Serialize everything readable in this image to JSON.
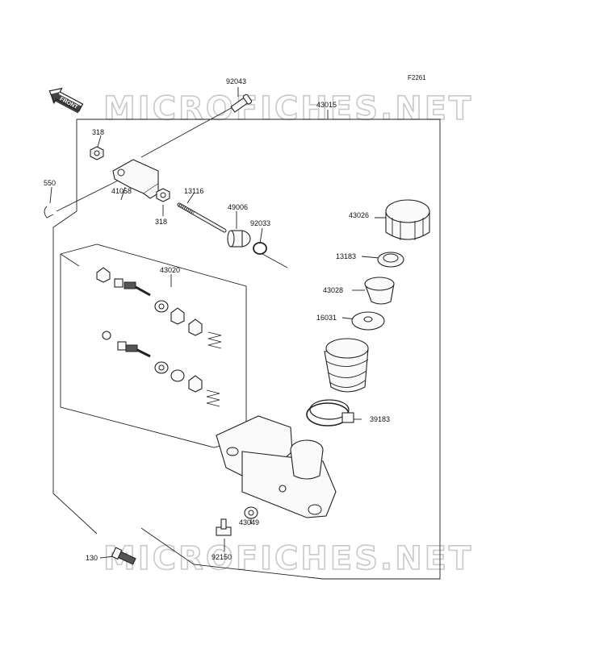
{
  "figure_code": "F2261",
  "watermark": {
    "top": "MICROFICHES.NET",
    "bottom": "MICROFICHES.NET",
    "color": "#c9c9c9"
  },
  "front_label": "FRONT",
  "parts": [
    {
      "number": "92043"
    },
    {
      "number": "43015"
    },
    {
      "number": "318"
    },
    {
      "number": "550"
    },
    {
      "number": "41058"
    },
    {
      "number": "318"
    },
    {
      "number": "13116"
    },
    {
      "number": "49006"
    },
    {
      "number": "92033"
    },
    {
      "number": "43026"
    },
    {
      "number": "13183"
    },
    {
      "number": "43020"
    },
    {
      "number": "43028"
    },
    {
      "number": "16031"
    },
    {
      "number": "39183"
    },
    {
      "number": "43049"
    },
    {
      "number": "92150"
    },
    {
      "number": "130"
    }
  ]
}
